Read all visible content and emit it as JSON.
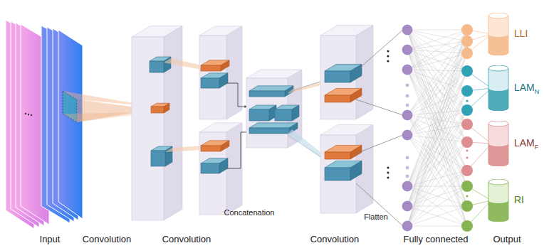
{
  "diagram": {
    "nodes": [
      {
        "text": [
          "LLI"
        ]
      },
      {
        "text": [
          "LAM",
          "N"
        ]
      },
      {
        "text": [
          "LAM",
          "F"
        ]
      },
      {
        "text": [
          "RI"
        ]
      }
    ],
    "labels": [
      "Input",
      "Convolution",
      "Convolution",
      "Concatenation",
      "Convolution",
      "Flatten",
      "Fully connected",
      "Output"
    ]
  }
}
